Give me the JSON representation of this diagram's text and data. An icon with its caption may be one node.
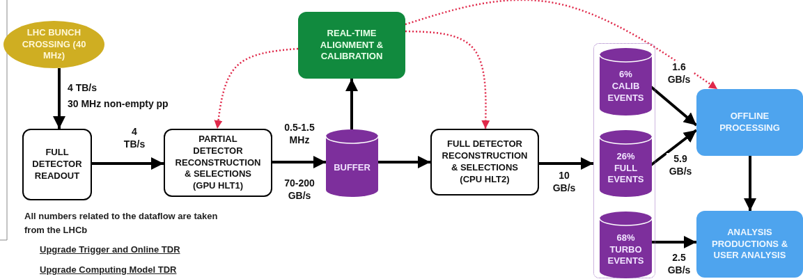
{
  "diagram": {
    "nodes": [
      {
        "text": [
          "LHC BUNCH CROSSING (40 MHz)"
        ]
      },
      {
        "text": [
          "FULL DETECTOR READOUT"
        ]
      },
      {
        "text": [
          "PARTIAL DETECTOR RECONSTRUCTION & SELECTIONS (GPU HLT1)"
        ]
      },
      {
        "text": [
          "REAL-TIME ALIGNMENT & CALIBRATION"
        ]
      },
      {
        "text": [
          "BUFFER"
        ]
      },
      {
        "text": [
          "FULL DETECTOR RECONSTRUCTION & SELECTIONS (CPU HLT2)"
        ]
      },
      {
        "text": [],
        "shape": "box"
      },
      {
        "text": [
          "6% CALIB EVENTS"
        ],
        "in": 6
      },
      {
        "text": [
          "26% FULL EVENTS"
        ],
        "in": 6
      },
      {
        "text": [
          "68% TURBO EVENTS"
        ],
        "in": 6
      },
      {
        "text": [
          "OFFLINE PROCESSING"
        ]
      },
      {
        "text": [
          "ANALYSIS PRODUCTIONS & USER ANALYSIS"
        ]
      }
    ],
    "edges": [
      {
        "from": 0,
        "to": 1,
        "arrow": "to",
        "label": "4 TB/s"
      },
      {
        "from": 1,
        "to": 2,
        "arrow": "to",
        "label": "4 TB/s"
      },
      {
        "from": 2,
        "to": 4,
        "arrow": "to",
        "label": "0.5-1.5 MHz"
      },
      {
        "from": 4,
        "to": 3,
        "arrow": "to"
      },
      {
        "from": 4,
        "to": 5,
        "arrow": "to"
      },
      {
        "from": 5,
        "to": 6,
        "arrow": "to",
        "label": "10 GB/s"
      },
      {
        "from": 7,
        "to": 10,
        "arrow": "to",
        "label": "1.6 GB/s"
      },
      {
        "from": 8,
        "to": 10,
        "arrow": "to",
        "label": "5.9 GB/s"
      },
      {
        "from": 9,
        "to": 11,
        "arrow": "to",
        "label": "2.5 GB/s"
      },
      {
        "from": 10,
        "to": 11,
        "arrow": "to"
      },
      {
        "from": 3,
        "to": 2,
        "arrow": "to",
        "style": "dashed",
        "color": "#e0294a"
      },
      {
        "from": 3,
        "to": 5,
        "arrow": "to",
        "style": "dashed",
        "color": "#e0294a"
      },
      {
        "from": 3,
        "to": 10,
        "arrow": "to",
        "style": "dashed",
        "color": "#e0294a"
      }
    ],
    "labels": [
      "30 MHz non-empty pp",
      "70-200 GB/s",
      "All numbers related to the dataflow are taken from the LHCb",
      "Upgrade Trigger and Online TDR",
      "Upgrade Computing Model TDR"
    ]
  }
}
